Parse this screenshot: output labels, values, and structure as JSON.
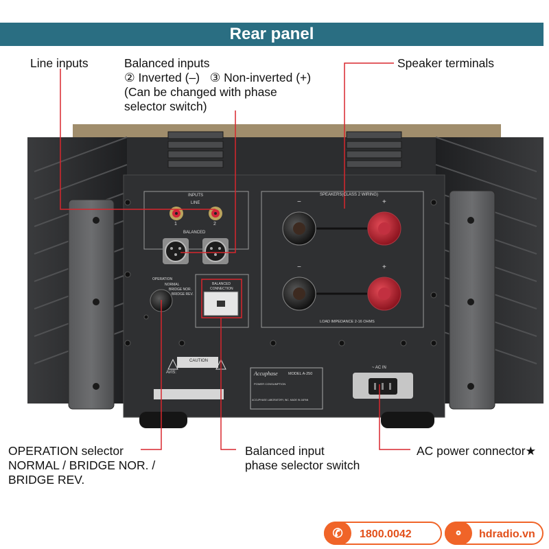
{
  "title": "Rear panel",
  "callouts": {
    "line_inputs": "Line inputs",
    "balanced_inputs": [
      "Balanced inputs",
      "② Inverted (–)   ③ Non-inverted (+)",
      "(Can be changed with phase",
      "selector switch)"
    ],
    "speaker_terminals": "Speaker terminals",
    "operation_selector": [
      "OPERATION selector",
      "NORMAL / BRIDGE NOR. /",
      "BRIDGE REV."
    ],
    "phase_switch": [
      "Balanced input",
      "phase selector switch"
    ],
    "ac_connector": "AC power connector★"
  },
  "panel_labels": {
    "inputs": "INPUTS",
    "line": "LINE",
    "ch1": "1",
    "ch2": "2",
    "balanced": "BALANCED",
    "operation": "OPERATION",
    "op_modes": [
      "NORMAL",
      "BRIDGE NOR.",
      "BRIDGE REV."
    ],
    "balanced_connection": [
      "BALANCED",
      "CONNECTION"
    ],
    "speakers": "SPEAKERS(CLASS 2 WIRING)",
    "minus": "−",
    "plus": "+",
    "load_impedance": "LOAD IMPEDANCE 2-16 OHMS",
    "caution": "CAUTION",
    "avis": "AVIS:",
    "brand": "Accuphase",
    "model": "MODEL A-250",
    "power_consumption": "POWER CONSUMPTION",
    "manufacturer": "ACCUPHASE LABORATORY, INC.  MADE IN JAPAN",
    "ac_in": "~ AC IN"
  },
  "contact": {
    "phone": "1800.0042",
    "website": "hdradio.vn"
  },
  "colors": {
    "banner": "#2a6e82",
    "callout_line": "#d8262d",
    "accent": "#f06428"
  }
}
